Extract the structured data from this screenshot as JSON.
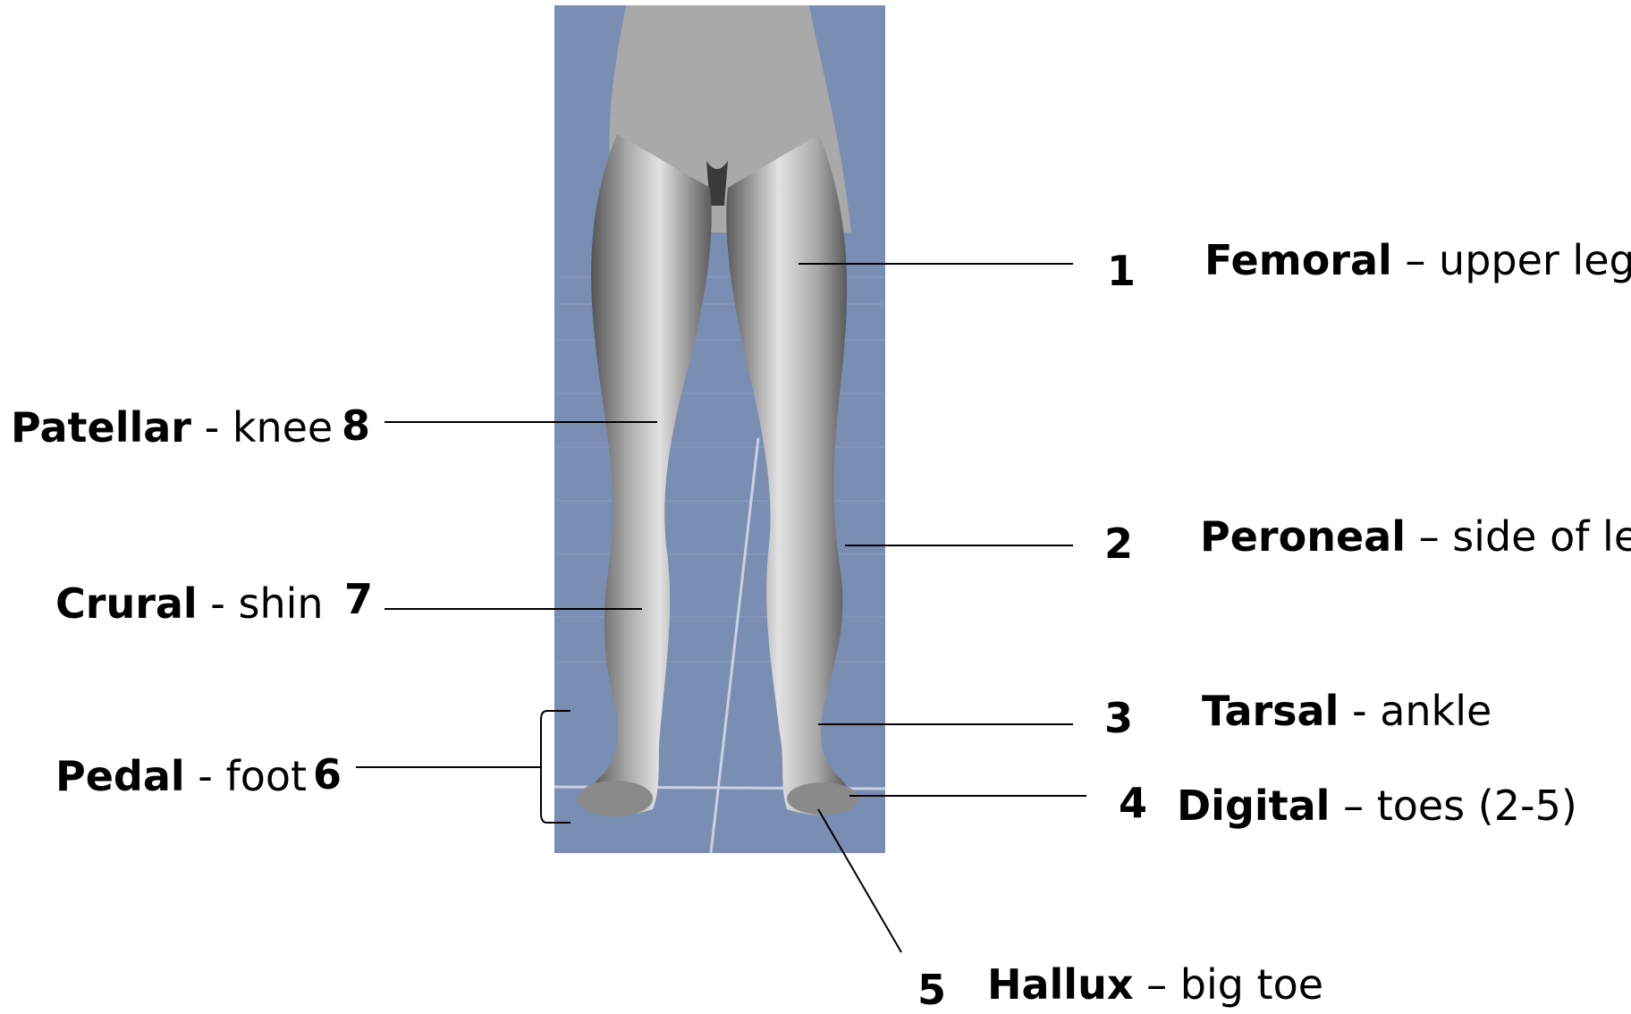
{
  "labels": {
    "femoral": {
      "num": "1",
      "term": "Femoral",
      "sep": " – ",
      "desc": "upper leg"
    },
    "peroneal": {
      "num": "2",
      "term": "Peroneal",
      "sep": " – ",
      "desc": "side of leg"
    },
    "tarsal": {
      "num": "3",
      "term": "Tarsal",
      "sep": " - ",
      "desc": "ankle"
    },
    "digital": {
      "num": "4",
      "term": "Digital",
      "sep": " – ",
      "desc": "toes (2-5)"
    },
    "hallux": {
      "num": "5",
      "term": "Hallux",
      "sep": " – ",
      "desc": "big toe"
    },
    "pedal": {
      "num": "6",
      "term": "Pedal",
      "sep": " - ",
      "desc": "foot"
    },
    "crural": {
      "num": "7",
      "term": "Crural",
      "sep": " - ",
      "desc": "shin"
    },
    "patellar": {
      "num": "8",
      "term": "Patellar",
      "sep": " - ",
      "desc": "knee"
    }
  },
  "colors": {
    "background_panel": "#7a8db3",
    "leg_light": "#d6d6d6",
    "leg_dark": "#505050",
    "line": "#000000"
  }
}
